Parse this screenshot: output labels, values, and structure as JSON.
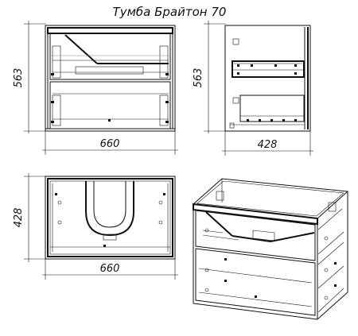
{
  "title": "Тумба Брайтон 70",
  "front_view": {
    "height_label": "563",
    "width_label": "660"
  },
  "side_view": {
    "height_label": "563",
    "depth_label": "428"
  },
  "top_view": {
    "depth_label": "428",
    "width_label": "660"
  }
}
